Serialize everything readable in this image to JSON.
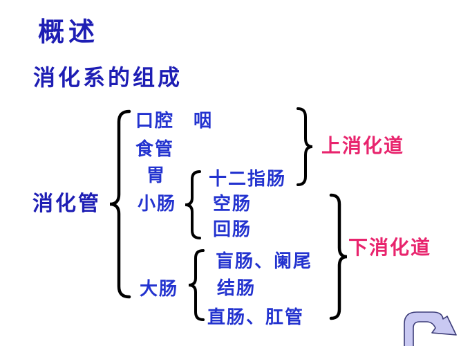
{
  "slide": {
    "title": "概述",
    "subtitle": "消化系的组成"
  },
  "colors": {
    "heading_blue": "#1e1eb4",
    "item_blue": "#2333cf",
    "highlight_pink": "#e8246d",
    "brace_black": "#000000",
    "arrow_fill": "#c9c9f2",
    "arrow_outline": "#3c3c78"
  },
  "diagram": {
    "root": "消化管",
    "tract_items": {
      "oral_pharynx": "口腔　咽",
      "esophagus": "食管",
      "stomach": "胃",
      "small_intestine": "小肠",
      "large_intestine": "大肠"
    },
    "small_intestine_parts": {
      "duodenum": "十二指肠",
      "jejunum": "空肠",
      "ileum": "回肠"
    },
    "large_intestine_parts": {
      "cecum_appendix": "盲肠、阑尾",
      "colon": "结肠",
      "rectum_anal_canal": "直肠、肛管"
    },
    "groups": {
      "upper": "上消化道",
      "lower": "下消化道"
    }
  }
}
